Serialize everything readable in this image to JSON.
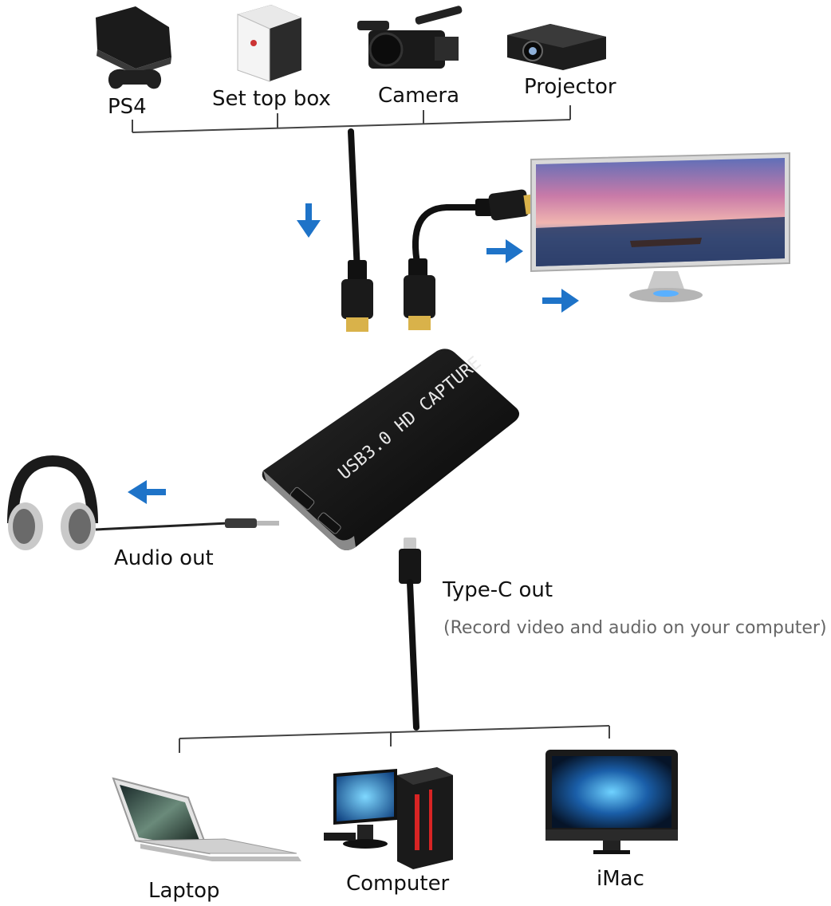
{
  "sources": {
    "ps4": "PS4",
    "settop": "Set top box",
    "camera": "Camera",
    "projector": "Projector"
  },
  "device": {
    "label": "USB3.0 HD CAPTURE"
  },
  "audio": {
    "label": "Audio out"
  },
  "typec": {
    "label": "Type-C out",
    "note": "(Record video and audio on your computer)"
  },
  "targets": {
    "laptop": "Laptop",
    "computer": "Computer",
    "imac": "iMac"
  },
  "colors": {
    "arrow": "#1e73c8",
    "cable": "#111111",
    "connector_gold": "#d9b24a",
    "device_body": "#161616"
  },
  "icons": [
    "ps4-icon",
    "settop-box-icon",
    "camera-icon",
    "projector-icon",
    "monitor-icon",
    "headphones-icon",
    "laptop-icon",
    "desktop-computer-icon",
    "imac-icon",
    "hdmi-connector-icon",
    "type-c-connector-icon",
    "audio-jack-icon"
  ]
}
